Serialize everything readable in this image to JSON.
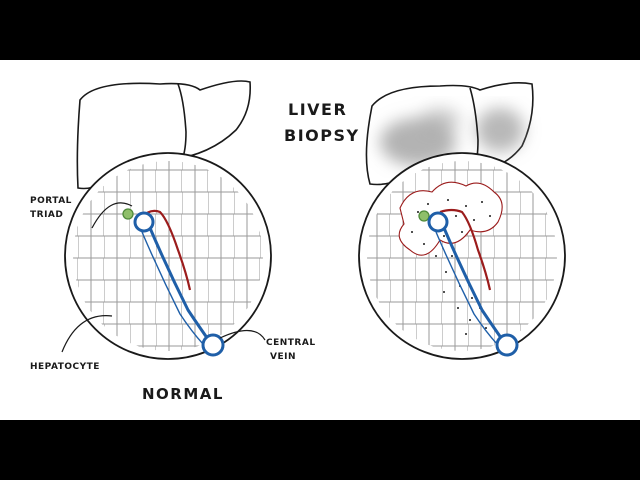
{
  "labels": {
    "title_line1": "LIVER",
    "title_line2": "BIOPSY",
    "portal_line1": "PORTAL",
    "portal_line2": "TRIAD",
    "hepatocyte": "HEPATOCYTE",
    "central_line1": "CENTRAL",
    "central_line2": "VEIN",
    "normal": "NORMAL"
  },
  "colors": {
    "outline": "#1a1a1a",
    "cell_line": "#9a9a9a",
    "vein": "#1f5fa8",
    "artery": "#9b1c1c",
    "bile_duct": "#4f8a3a",
    "shading": "#8a8a8a",
    "letterbox": "#000000"
  }
}
